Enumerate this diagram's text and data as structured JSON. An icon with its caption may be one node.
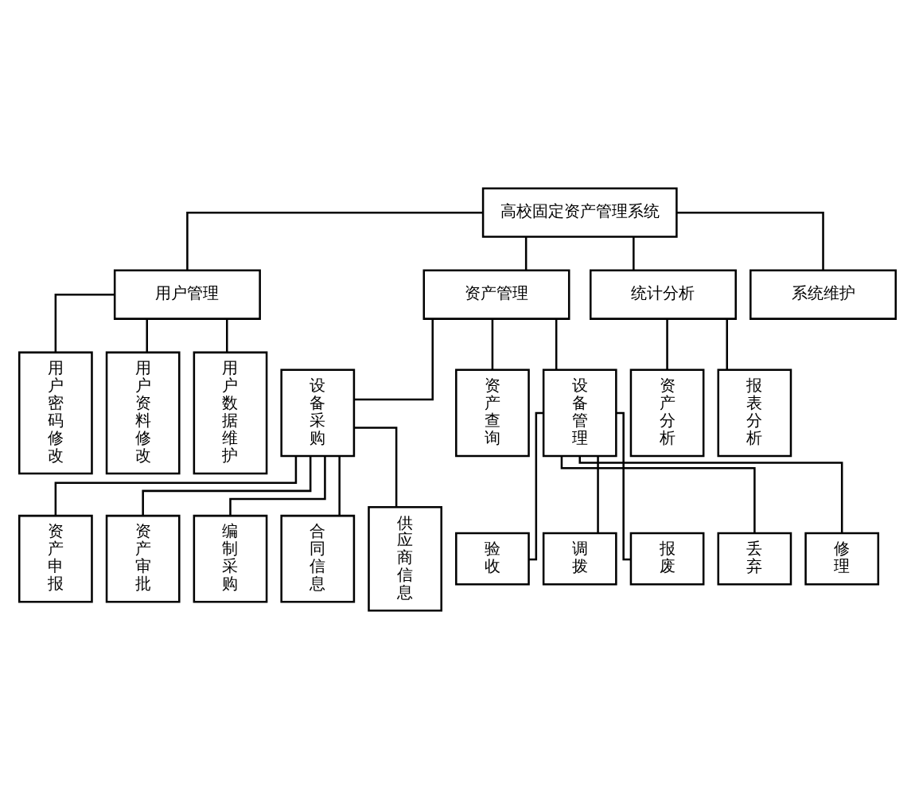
{
  "diagram": {
    "nodes": [
      {
        "text": [
          "高校固定资产管理系统"
        ]
      },
      {
        "text": [
          "用户管理"
        ]
      },
      {
        "text": [
          "资产管理"
        ]
      },
      {
        "text": [
          "统计分析"
        ]
      },
      {
        "text": [
          "系统维护"
        ]
      },
      {
        "text": [
          "用户密码修改"
        ]
      },
      {
        "text": [
          "用户资料修改"
        ]
      },
      {
        "text": [
          "用户数据维护"
        ]
      },
      {
        "text": [
          "设备采购"
        ]
      },
      {
        "text": [
          "资产查询"
        ]
      },
      {
        "text": [
          "设备管理"
        ]
      },
      {
        "text": [
          "资产分析"
        ]
      },
      {
        "text": [
          "报表分析"
        ]
      },
      {
        "text": [
          "资产申报"
        ]
      },
      {
        "text": [
          "资产审批"
        ]
      },
      {
        "text": [
          "编制采购"
        ]
      },
      {
        "text": [
          "合同信息"
        ]
      },
      {
        "text": [
          "供应商信息"
        ]
      },
      {
        "text": [
          "验收"
        ]
      },
      {
        "text": [
          "调拨"
        ]
      },
      {
        "text": [
          "报废"
        ]
      },
      {
        "text": [
          "丢弃"
        ]
      },
      {
        "text": [
          "修理"
        ]
      }
    ],
    "edges": [
      {
        "from": 0,
        "to": 1,
        "arrow": "none"
      },
      {
        "from": 0,
        "to": 2,
        "arrow": "none"
      },
      {
        "from": 0,
        "to": 3,
        "arrow": "none"
      },
      {
        "from": 0,
        "to": 4,
        "arrow": "none"
      },
      {
        "from": 1,
        "to": 5,
        "arrow": "none"
      },
      {
        "from": 1,
        "to": 6,
        "arrow": "none"
      },
      {
        "from": 1,
        "to": 7,
        "arrow": "none"
      },
      {
        "from": 2,
        "to": 8,
        "arrow": "none"
      },
      {
        "from": 2,
        "to": 9,
        "arrow": "none"
      },
      {
        "from": 2,
        "to": 10,
        "arrow": "none"
      },
      {
        "from": 3,
        "to": 11,
        "arrow": "none"
      },
      {
        "from": 3,
        "to": 12,
        "arrow": "none"
      },
      {
        "from": 8,
        "to": 13,
        "arrow": "none"
      },
      {
        "from": 8,
        "to": 14,
        "arrow": "none"
      },
      {
        "from": 8,
        "to": 15,
        "arrow": "none"
      },
      {
        "from": 8,
        "to": 16,
        "arrow": "none"
      },
      {
        "from": 8,
        "to": 17,
        "arrow": "none"
      },
      {
        "from": 10,
        "to": 18,
        "arrow": "none"
      },
      {
        "from": 10,
        "to": 19,
        "arrow": "none"
      },
      {
        "from": 10,
        "to": 20,
        "arrow": "none"
      },
      {
        "from": 10,
        "to": 21,
        "arrow": "none"
      },
      {
        "from": 10,
        "to": 22,
        "arrow": "none"
      }
    ]
  }
}
